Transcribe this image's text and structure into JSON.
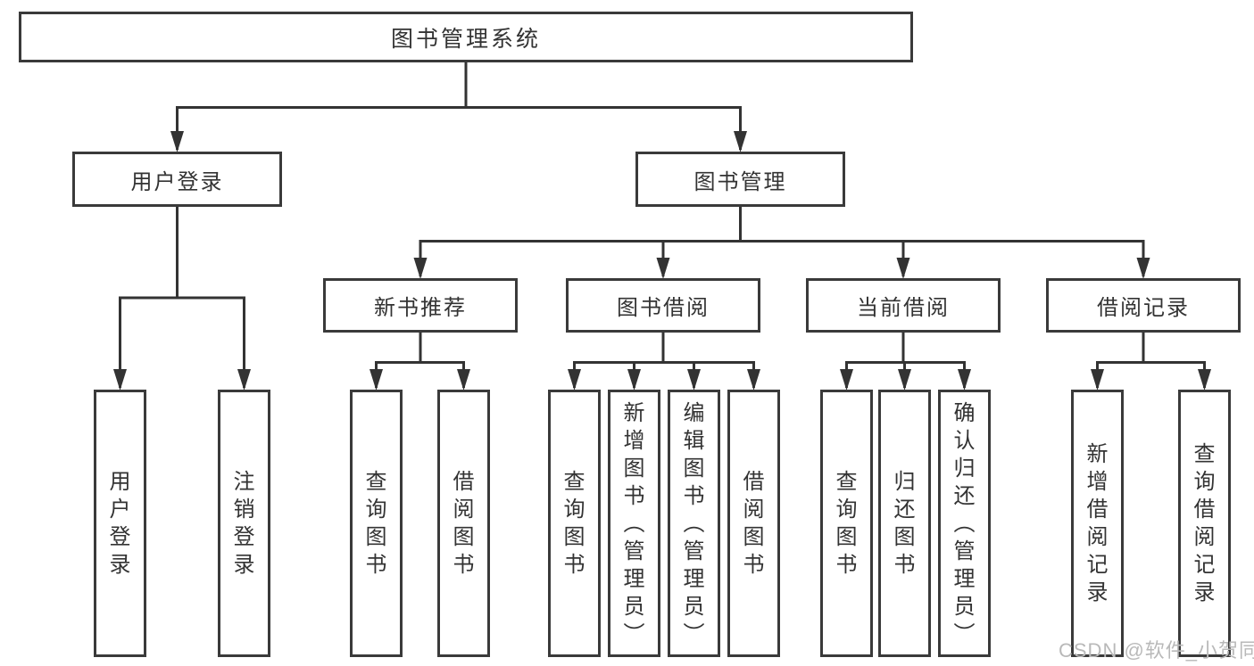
{
  "diagram": {
    "root": {
      "label": "图书管理系统"
    },
    "level2": [
      {
        "label": "用户登录"
      },
      {
        "label": "图书管理"
      }
    ],
    "level3": [
      {
        "label": "新书推荐"
      },
      {
        "label": "图书借阅"
      },
      {
        "label": "当前借阅"
      },
      {
        "label": "借阅记录"
      }
    ],
    "leaves": {
      "user_login": [
        {
          "label": "用户登录"
        },
        {
          "label": "注销登录"
        }
      ],
      "new_book": [
        {
          "label": "查询图书"
        },
        {
          "label": "借阅图书"
        }
      ],
      "book_borrow": [
        {
          "label": "查询图书"
        },
        {
          "label": "新增图书（管理员）"
        },
        {
          "label": "编辑图书（管理员）"
        },
        {
          "label": "借阅图书"
        }
      ],
      "current_borrow": [
        {
          "label": "查询图书"
        },
        {
          "label": "归还图书"
        },
        {
          "label": "确认归还（管理员）"
        }
      ],
      "borrow_record": [
        {
          "label": "新增借阅记录"
        },
        {
          "label": "查询借阅记录"
        }
      ]
    }
  },
  "watermark": {
    "text": "CSDN @软件_小贺同学"
  },
  "colors": {
    "line": "#333333",
    "border": "#3a3a3a",
    "text": "#333333",
    "watermark": "#b9b9b9",
    "background": "#ffffff"
  }
}
